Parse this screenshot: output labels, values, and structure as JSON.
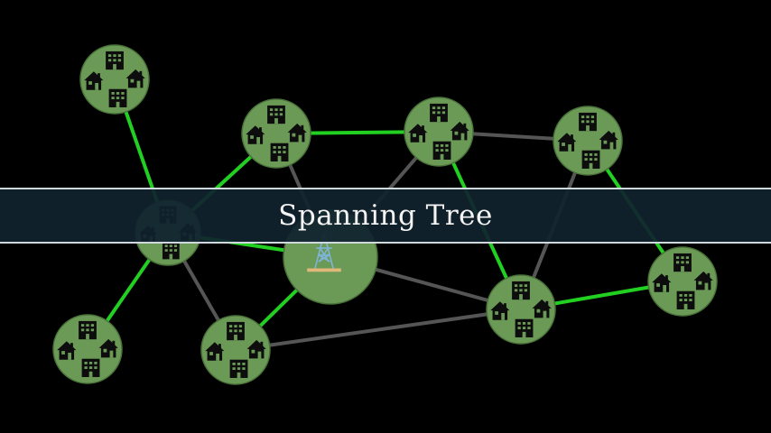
{
  "title": "Spanning Tree",
  "colors": {
    "background": "#000000",
    "node_fill": "#6b9a57",
    "node_stroke": "#4a7239",
    "tree_edge": "#21d021",
    "other_edge": "#555555",
    "banner": "#10222e"
  },
  "nodes": [
    {
      "id": "n1",
      "icon": "houses-icon"
    },
    {
      "id": "n2",
      "icon": "houses-icon"
    },
    {
      "id": "n3",
      "icon": "houses-icon"
    },
    {
      "id": "n4",
      "icon": "houses-icon"
    },
    {
      "id": "n5",
      "icon": "houses-icon"
    },
    {
      "id": "power",
      "icon": "power-tower-icon"
    },
    {
      "id": "n7",
      "icon": "houses-icon"
    },
    {
      "id": "n8",
      "icon": "houses-icon"
    },
    {
      "id": "n9",
      "icon": "houses-icon"
    },
    {
      "id": "n10",
      "icon": "houses-icon"
    },
    {
      "id": "n11",
      "icon": "houses-icon"
    }
  ],
  "edges": [
    {
      "from": "n1",
      "to": "n5",
      "in_tree": true
    },
    {
      "from": "n2",
      "to": "n5",
      "in_tree": true
    },
    {
      "from": "n2",
      "to": "n3",
      "in_tree": true
    },
    {
      "from": "n2",
      "to": "power",
      "in_tree": false
    },
    {
      "from": "n3",
      "to": "n4",
      "in_tree": false
    },
    {
      "from": "n3",
      "to": "n9",
      "in_tree": true
    },
    {
      "from": "n3",
      "to": "power",
      "in_tree": false
    },
    {
      "from": "n4",
      "to": "n11",
      "in_tree": true
    },
    {
      "from": "n4",
      "to": "n9",
      "in_tree": false
    },
    {
      "from": "n5",
      "to": "power",
      "in_tree": true
    },
    {
      "from": "n5",
      "to": "n7",
      "in_tree": true
    },
    {
      "from": "n5",
      "to": "n8",
      "in_tree": false
    },
    {
      "from": "power",
      "to": "n8",
      "in_tree": true
    },
    {
      "from": "power",
      "to": "n9",
      "in_tree": false
    },
    {
      "from": "n8",
      "to": "n9",
      "in_tree": false
    },
    {
      "from": "n9",
      "to": "n11",
      "in_tree": true
    }
  ]
}
